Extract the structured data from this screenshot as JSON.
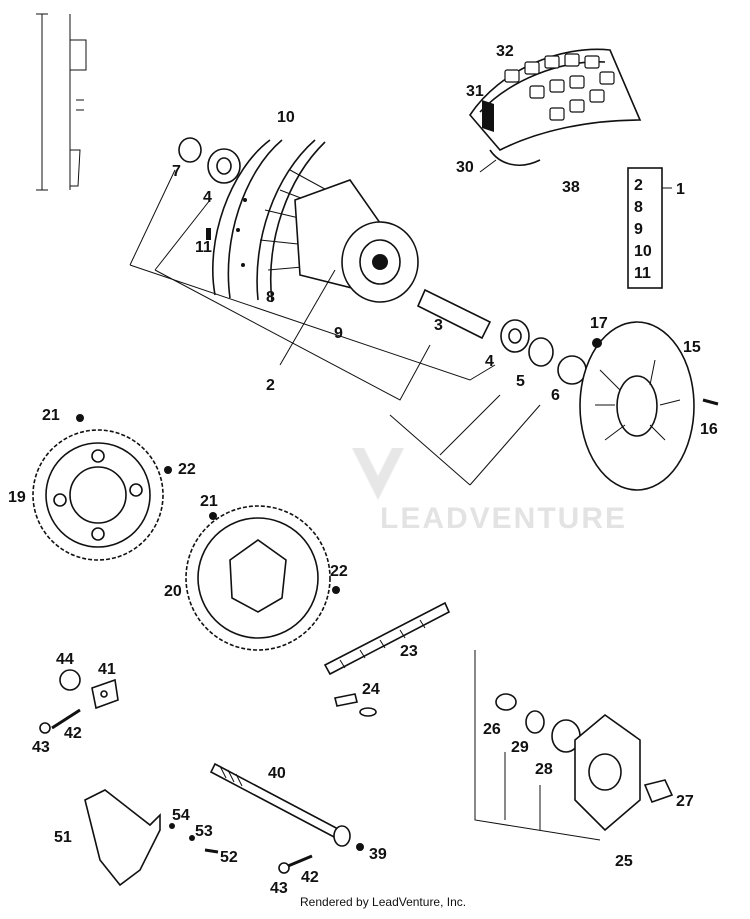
{
  "diagram": {
    "footer": "Rendered by LeadVenture, Inc.",
    "watermark": "LEADVENTURE",
    "kit_parts": [
      "2",
      "8",
      "9",
      "10",
      "11"
    ],
    "kit_number": "1",
    "callouts": [
      {
        "id": "c32",
        "label": "32"
      },
      {
        "id": "c31",
        "label": "31"
      },
      {
        "id": "c30",
        "label": "30"
      },
      {
        "id": "c38",
        "label": "38"
      },
      {
        "id": "c10",
        "label": "10"
      },
      {
        "id": "c7",
        "label": "7"
      },
      {
        "id": "c4a",
        "label": "4"
      },
      {
        "id": "c11",
        "label": "11"
      },
      {
        "id": "c8",
        "label": "8"
      },
      {
        "id": "c9",
        "label": "9"
      },
      {
        "id": "c3",
        "label": "3"
      },
      {
        "id": "c2",
        "label": "2"
      },
      {
        "id": "c4b",
        "label": "4"
      },
      {
        "id": "c5",
        "label": "5"
      },
      {
        "id": "c6",
        "label": "6"
      },
      {
        "id": "c17",
        "label": "17"
      },
      {
        "id": "c15",
        "label": "15"
      },
      {
        "id": "c16",
        "label": "16"
      },
      {
        "id": "c21a",
        "label": "21"
      },
      {
        "id": "c22a",
        "label": "22"
      },
      {
        "id": "c19",
        "label": "19"
      },
      {
        "id": "c21b",
        "label": "21"
      },
      {
        "id": "c22b",
        "label": "22"
      },
      {
        "id": "c20",
        "label": "20"
      },
      {
        "id": "c23",
        "label": "23"
      },
      {
        "id": "c44",
        "label": "44"
      },
      {
        "id": "c41",
        "label": "41"
      },
      {
        "id": "c42a",
        "label": "42"
      },
      {
        "id": "c43a",
        "label": "43"
      },
      {
        "id": "c24",
        "label": "24"
      },
      {
        "id": "c26",
        "label": "26"
      },
      {
        "id": "c29",
        "label": "29"
      },
      {
        "id": "c28",
        "label": "28"
      },
      {
        "id": "c27",
        "label": "27"
      },
      {
        "id": "c25",
        "label": "25"
      },
      {
        "id": "c40",
        "label": "40"
      },
      {
        "id": "c51",
        "label": "51"
      },
      {
        "id": "c54",
        "label": "54"
      },
      {
        "id": "c53",
        "label": "53"
      },
      {
        "id": "c52",
        "label": "52"
      },
      {
        "id": "c39",
        "label": "39"
      },
      {
        "id": "c42b",
        "label": "42"
      },
      {
        "id": "c43b",
        "label": "43"
      }
    ]
  }
}
